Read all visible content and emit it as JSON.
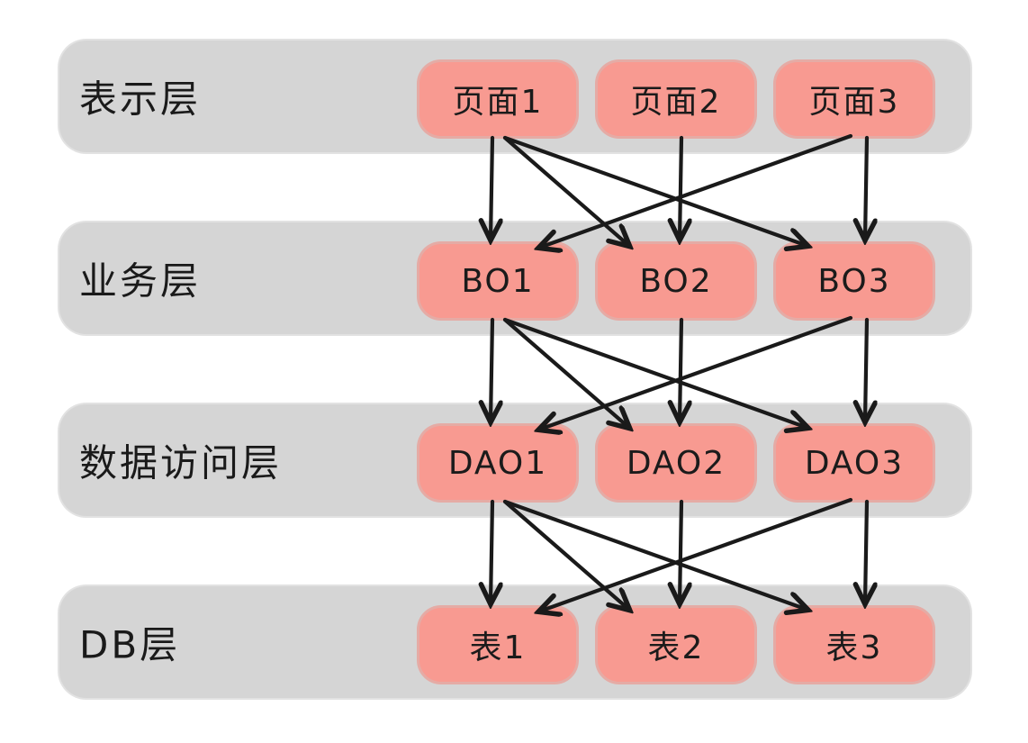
{
  "diagram": {
    "colors": {
      "background": "#ffffff",
      "band": "#d5d5d5",
      "node": "#f89a91",
      "ink": "#1a1a1a"
    },
    "layers": [
      {
        "id": "presentation",
        "label": "表示层",
        "nodes": [
          {
            "id": "page1",
            "label": "页面1"
          },
          {
            "id": "page2",
            "label": "页面2"
          },
          {
            "id": "page3",
            "label": "页面3"
          }
        ]
      },
      {
        "id": "business",
        "label": "业务层",
        "nodes": [
          {
            "id": "bo1",
            "label": "BO1"
          },
          {
            "id": "bo2",
            "label": "BO2"
          },
          {
            "id": "bo3",
            "label": "BO3"
          }
        ]
      },
      {
        "id": "data-access",
        "label": "数据访问层",
        "nodes": [
          {
            "id": "dao1",
            "label": "DAO1"
          },
          {
            "id": "dao2",
            "label": "DAO2"
          },
          {
            "id": "dao3",
            "label": "DAO3"
          }
        ]
      },
      {
        "id": "db",
        "label": "DB层",
        "nodes": [
          {
            "id": "table1",
            "label": "表1"
          },
          {
            "id": "table2",
            "label": "表2"
          },
          {
            "id": "table3",
            "label": "表3"
          }
        ]
      }
    ],
    "edges": [
      {
        "from": "page1",
        "to": "bo1"
      },
      {
        "from": "page1",
        "to": "bo2"
      },
      {
        "from": "page1",
        "to": "bo3"
      },
      {
        "from": "page2",
        "to": "bo2"
      },
      {
        "from": "page3",
        "to": "bo3"
      },
      {
        "from": "page3",
        "to": "bo1"
      },
      {
        "from": "bo1",
        "to": "dao1"
      },
      {
        "from": "bo1",
        "to": "dao2"
      },
      {
        "from": "bo1",
        "to": "dao3"
      },
      {
        "from": "bo2",
        "to": "dao2"
      },
      {
        "from": "bo3",
        "to": "dao3"
      },
      {
        "from": "bo3",
        "to": "dao1"
      },
      {
        "from": "dao1",
        "to": "table1"
      },
      {
        "from": "dao1",
        "to": "table2"
      },
      {
        "from": "dao1",
        "to": "table3"
      },
      {
        "from": "dao2",
        "to": "table2"
      },
      {
        "from": "dao3",
        "to": "table3"
      },
      {
        "from": "dao3",
        "to": "table1"
      }
    ]
  }
}
